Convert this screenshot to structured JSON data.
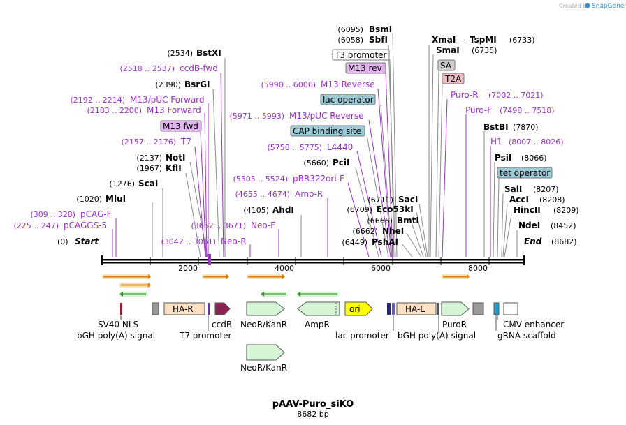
{
  "app": {
    "brand_prefix": "Created by",
    "brand_name": "SnapGene"
  },
  "map": {
    "title": "pAAV-Puro_siKO",
    "length_label": "8682 bp",
    "scale_labels": [
      "2000",
      "4000",
      "6000",
      "8000"
    ],
    "start_label": {
      "num": "(0)",
      "name": "Start"
    },
    "end_label": {
      "name": "End",
      "num": "(8682)"
    }
  },
  "enzymes_left": [
    {
      "num": "(2534)",
      "name": "BstXI"
    },
    {
      "num": "(2390)",
      "name": "BsrGI"
    },
    {
      "num": "(2137)",
      "name": "NotI"
    },
    {
      "num": "(1967)",
      "name": "KflI"
    },
    {
      "num": "(1276)",
      "name": "ScaI"
    },
    {
      "num": "(1020)",
      "name": "MluI"
    },
    {
      "num": "(4105)",
      "name": "AhdI"
    },
    {
      "num": "(5660)",
      "name": "PciI"
    }
  ],
  "enzymes_top": [
    {
      "num": "(6095)",
      "name": "BsmI"
    },
    {
      "num": "(6058)",
      "name": "SbfI"
    }
  ],
  "enzymes_mid": [
    {
      "num": "(6711)",
      "name": "SacI"
    },
    {
      "num": "(6709)",
      "name": "Eco53kI"
    },
    {
      "num": "(6666)",
      "name": "BmtI"
    },
    {
      "num": "(6662)",
      "name": "NheI"
    },
    {
      "num": "(6449)",
      "name": "PshAI"
    }
  ],
  "enzymes_right": [
    {
      "name": "XmaI",
      "sep": "-",
      "name2": "TspMI",
      "num": "(6733)"
    },
    {
      "name": "SmaI",
      "num": "(6735)"
    },
    {
      "name": "BstBI",
      "num": "(7870)"
    },
    {
      "name": "PsiI",
      "num": "(8066)"
    },
    {
      "name": "SalI",
      "num": "(8207)"
    },
    {
      "name": "AccI",
      "num": "(8208)"
    },
    {
      "name": "HincII",
      "num": "(8209)"
    },
    {
      "name": "NdeI",
      "num": "(8452)"
    }
  ],
  "primers": [
    {
      "range": "(2518 .. 2537)",
      "name": "ccdB-fwd"
    },
    {
      "range": "(2192 .. 2214)",
      "name": "M13/pUC Forward"
    },
    {
      "range": "(2183 .. 2200)",
      "name": "M13 Forward"
    },
    {
      "range": "(2157 .. 2176)",
      "name": "T7"
    },
    {
      "range": "(309 .. 328)",
      "name": "pCAG-F"
    },
    {
      "range": "(225 .. 247)",
      "name": "pCAGGS-5"
    },
    {
      "range": "(3652 .. 3671)",
      "name": "Neo-F"
    },
    {
      "range": "(3042 .. 3061)",
      "name": "Neo-R"
    },
    {
      "range": "(4655 .. 4674)",
      "name": "Amp-R"
    },
    {
      "range": "(5505 .. 5524)",
      "name": "pBR322ori-F"
    },
    {
      "range": "(5758 .. 5775)",
      "name": "L4440"
    },
    {
      "range": "(5971 .. 5993)",
      "name": "M13/pUC Reverse"
    },
    {
      "range": "(5990 .. 6006)",
      "name": "M13 Reverse"
    },
    {
      "range": "(7002 .. 7021)",
      "name": "Puro-R"
    },
    {
      "range": "(7498 .. 7518)",
      "name": "Puro-F"
    },
    {
      "range": "(8007 .. 8026)",
      "name": "H1"
    }
  ],
  "boxed_labels": [
    {
      "text": "T3 promoter",
      "style": "white"
    },
    {
      "text": "M13 rev",
      "style": "purple"
    },
    {
      "text": "lac operator",
      "style": "teal"
    },
    {
      "text": "CAP binding site",
      "style": "teal"
    },
    {
      "text": "M13 fwd",
      "style": "purple"
    },
    {
      "text": "SA",
      "style": "gray"
    },
    {
      "text": "T2A",
      "style": "pink"
    },
    {
      "text": "tet operator",
      "style": "teal"
    }
  ],
  "features": [
    {
      "text": "HA-R"
    },
    {
      "text": "ori"
    },
    {
      "text": "HA-L"
    }
  ],
  "bottom_labels": [
    {
      "text": "SV40 NLS"
    },
    {
      "text": "bGH poly(A) signal"
    },
    {
      "text": "T7 promoter"
    },
    {
      "text": "ccdB"
    },
    {
      "text": "NeoR/KanR"
    },
    {
      "text": "AmpR"
    },
    {
      "text": "lac promoter"
    },
    {
      "text": "bGH poly(A) signal"
    },
    {
      "text": "PuroR"
    },
    {
      "text": "CMV enhancer"
    },
    {
      "text": "gRNA scaffold"
    },
    {
      "text": "NeoR/KanR"
    }
  ],
  "colors": {
    "primer_purple": "#9b30c8",
    "enzyme_black": "#000000",
    "tick_gray": "#8a8a8a",
    "primer_arrow_orange": "#e87c00",
    "primer_arrow_fill": "#fbe3b8",
    "green_arrow": "#2e8b1e",
    "ha_fill": "#fce0c4",
    "arrow_green_fill": "#d6f5d6",
    "ori_yellow": "#ffff00",
    "ccdb_maroon": "#8b2252",
    "box_gray": "#999999",
    "gene_blue": "#1f9fd0"
  }
}
